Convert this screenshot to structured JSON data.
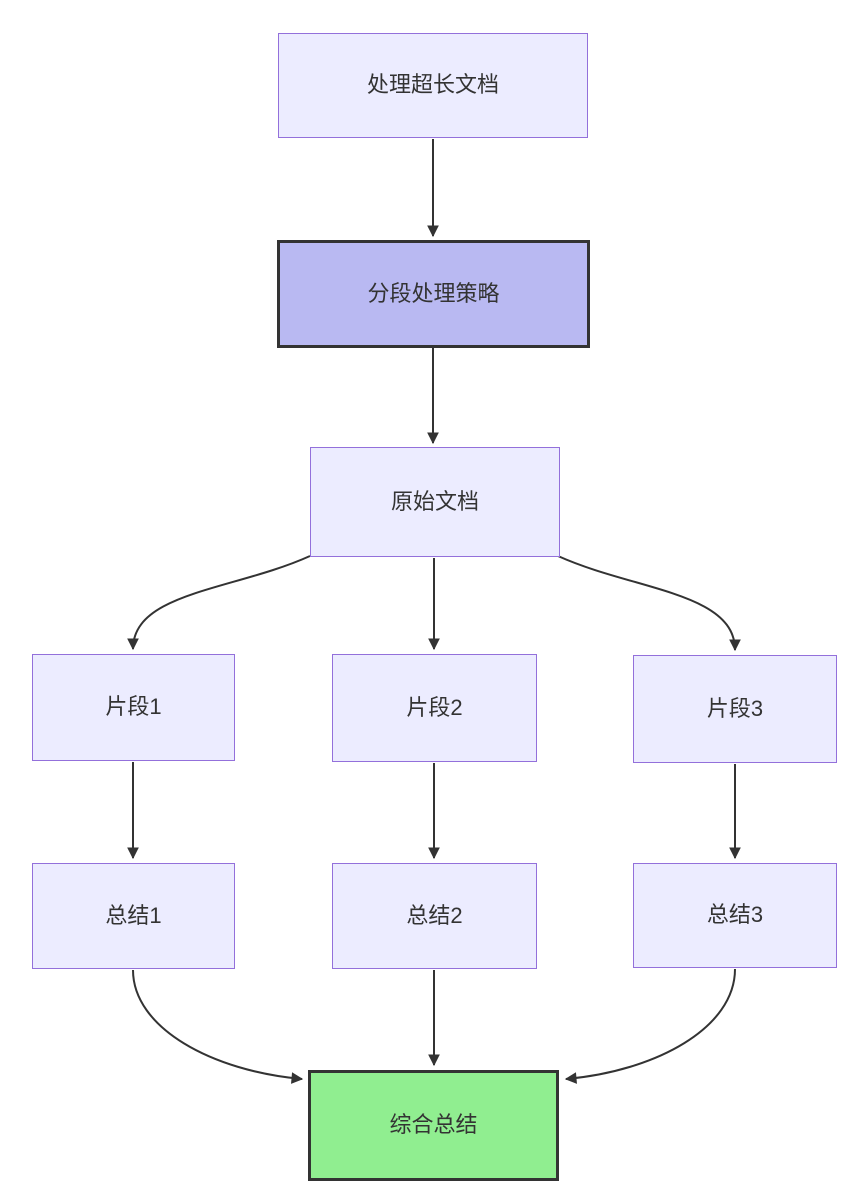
{
  "diagram": {
    "type": "flowchart",
    "direction": "top-down",
    "nodes": [
      {
        "id": "A",
        "label": "处理超长文档",
        "style": "default"
      },
      {
        "id": "B",
        "label": "分段处理策略",
        "style": "emphasis"
      },
      {
        "id": "C",
        "label": "原始文档",
        "style": "default"
      },
      {
        "id": "D1",
        "label": "片段1",
        "style": "default"
      },
      {
        "id": "D2",
        "label": "片段2",
        "style": "default"
      },
      {
        "id": "D3",
        "label": "片段3",
        "style": "default"
      },
      {
        "id": "E1",
        "label": "总结1",
        "style": "default"
      },
      {
        "id": "E2",
        "label": "总结2",
        "style": "default"
      },
      {
        "id": "E3",
        "label": "总结3",
        "style": "default"
      },
      {
        "id": "F",
        "label": "综合总结",
        "style": "result"
      }
    ],
    "edges": [
      {
        "from": "A",
        "to": "B"
      },
      {
        "from": "B",
        "to": "C"
      },
      {
        "from": "C",
        "to": "D1"
      },
      {
        "from": "C",
        "to": "D2"
      },
      {
        "from": "C",
        "to": "D3"
      },
      {
        "from": "D1",
        "to": "E1"
      },
      {
        "from": "D2",
        "to": "E2"
      },
      {
        "from": "D3",
        "to": "E3"
      },
      {
        "from": "E1",
        "to": "F"
      },
      {
        "from": "E2",
        "to": "F"
      },
      {
        "from": "E3",
        "to": "F"
      }
    ],
    "colors": {
      "canvas_bg": "#ffffff",
      "node_fill": "#ECECFF",
      "node_border": "#9370DB",
      "emphasis_fill": "#b9b9f2",
      "emphasis_border": "#333333",
      "result_fill": "#90EE90",
      "result_border": "#333333",
      "edge": "#333333",
      "text": "#333333"
    }
  }
}
